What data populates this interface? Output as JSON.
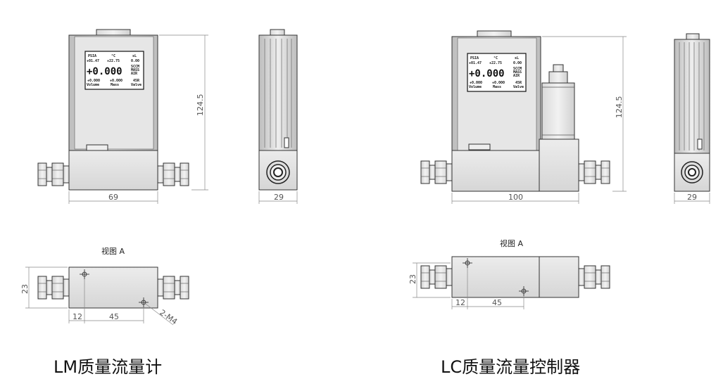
{
  "lm": {
    "caption": "LM质量流量计",
    "view_label": "视图 A",
    "dims": {
      "width": "69",
      "height": "124.5",
      "side": "29",
      "va_height": "23",
      "va_offset": "12",
      "va_span": "45",
      "thread": "2-M4"
    },
    "display": {
      "top_labels": [
        "PSIA",
        "°C",
        "sL"
      ],
      "top_values": [
        "+01.47",
        "+22.75",
        "0.00"
      ],
      "main_value": "+0.000",
      "side_labels": [
        "SCCM",
        "MASS",
        "AIR"
      ],
      "bottom_values": [
        "+0.000",
        "+0.000",
        "45R"
      ],
      "bottom_labels": [
        "Volume",
        "Mass",
        "Valve"
      ]
    }
  },
  "lc": {
    "caption": "LC质量流量控制器",
    "view_label": "视图 A",
    "dims": {
      "width": "100",
      "height": "124.5",
      "side": "29",
      "va_height": "23",
      "va_offset": "12",
      "va_span": "45"
    },
    "display": {
      "top_labels": [
        "PSIA",
        "°C",
        "sL"
      ],
      "top_values": [
        "+01.47",
        "+22.75",
        "0.00"
      ],
      "main_value": "+0.000",
      "side_labels": [
        "SCCM",
        "MASS",
        "AIR"
      ],
      "bottom_values": [
        "+0.000",
        "+0.000",
        "45R"
      ],
      "bottom_labels": [
        "Volume",
        "Mass",
        "Valve"
      ]
    }
  }
}
